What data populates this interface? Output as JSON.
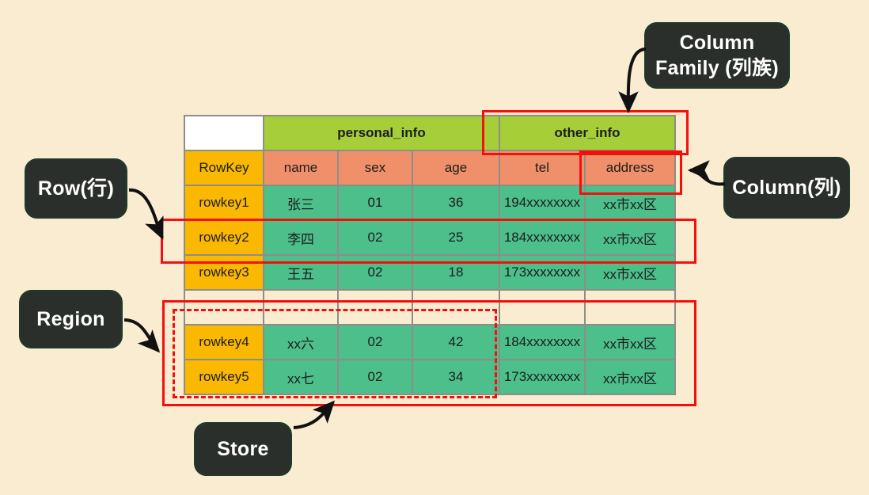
{
  "background_color": "#faecd0",
  "palette": {
    "callout_bg": "#2b2f2b",
    "callout_border": "#1d3a2a",
    "column_family_header": "#a6ce39",
    "qualifier_header": "#f0906a",
    "rowkey_cell": "#fbb800",
    "value_cell": "#4cbf8a",
    "annotation_red": "#f40f0f",
    "cell_border": "#8e8e88"
  },
  "callouts": {
    "column_family": "Column Family (列族)",
    "column_family_line1": "Column",
    "column_family_line2": "Family (列族)",
    "column": "Column(列)",
    "row": "Row(行)",
    "region": "Region",
    "store": "Store"
  },
  "table": {
    "corner_cell": "",
    "column_families": [
      {
        "label": "personal_info",
        "span": 3
      },
      {
        "label": "other_info",
        "span": 2
      }
    ],
    "qualifiers": [
      "RowKey",
      "name",
      "sex",
      "age",
      "tel",
      "address"
    ],
    "rows": [
      {
        "rowkey": "rowkey1",
        "name": "张三",
        "sex": "01",
        "age": "36",
        "tel": "194xxxxxxxx",
        "address": "xx市xx区"
      },
      {
        "rowkey": "rowkey2",
        "name": "李四",
        "sex": "02",
        "age": "25",
        "tel": "184xxxxxxxx",
        "address": "xx市xx区"
      },
      {
        "rowkey": "rowkey3",
        "name": "王五",
        "sex": "02",
        "age": "18",
        "tel": "173xxxxxxxx",
        "address": "xx市xx区"
      },
      {
        "rowkey": "rowkey4",
        "name": "xx六",
        "sex": "02",
        "age": "42",
        "tel": "184xxxxxxxx",
        "address": "xx市xx区"
      },
      {
        "rowkey": "rowkey5",
        "name": "xx七",
        "sex": "02",
        "age": "34",
        "tel": "173xxxxxxxx",
        "address": "xx市xx区"
      }
    ]
  },
  "annotations": {
    "column_family_box_target": "other_info",
    "column_box_target": "address",
    "row_box_target": "rowkey2",
    "region_box_target": "rowkey4-rowkey5",
    "store_box_target": "rowkey4-rowkey5 first four columns"
  }
}
